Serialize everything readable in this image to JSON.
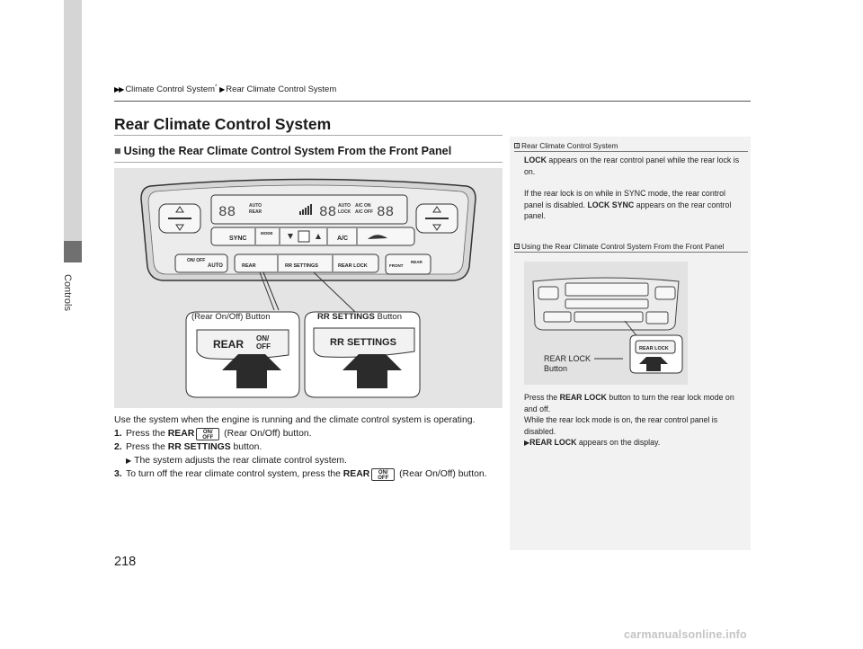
{
  "sidebar": {
    "label": "Controls"
  },
  "breadcrumb": {
    "part1": "Climate Control System",
    "star": "*",
    "part2": "Rear Climate Control System"
  },
  "page": {
    "title": "Rear Climate Control System",
    "number": "218"
  },
  "section": {
    "heading": "Using the Rear Climate Control System From the Front Panel"
  },
  "figure": {
    "panel": {
      "sync": "SYNC",
      "mode": "MODE",
      "ac": "A/C",
      "auto": "AUTO",
      "on_off": "ON/\nOFF",
      "rear": "REAR",
      "rr_settings": "RR SETTINGS",
      "rear_lock": "REAR LOCK",
      "front": "FRONT",
      "rear_defrost": "REAR",
      "display_auto": "AUTO",
      "display_rear": "REAR",
      "display_lock": "LOCK",
      "display_ac_on": "A/C ON",
      "display_ac_off": "A/C OFF",
      "display_digits": "88"
    },
    "callout_left": "(Rear On/Off) Button",
    "callout_right_bold": "RR SETTINGS",
    "callout_right_rest": " Button",
    "zoom_left_rear": "REAR",
    "zoom_left_on": "ON/",
    "zoom_left_off": "OFF",
    "zoom_right_label": "RR SETTINGS"
  },
  "body": {
    "intro": "Use the system when the engine is running and the climate control system is operating.",
    "step1_num": "1.",
    "step1_a": "Press the ",
    "step1_bold": "REAR",
    "step1_b": " (Rear On/Off) button.",
    "step2_num": "2.",
    "step2_a": "Press the ",
    "step2_bold": "RR SETTINGS",
    "step2_b": " button.",
    "step2_sub": "The system adjusts the rear climate control system.",
    "step3_num": "3.",
    "step3_a": "To turn off the rear climate control system, press the ",
    "step3_bold": "REAR",
    "step3_b": " (Rear On/Off) button.",
    "icon_on": "ON/",
    "icon_off": "OFF"
  },
  "notes": {
    "note1_head": "Rear Climate Control System",
    "note1_p1_bold": "LOCK",
    "note1_p1": " appears on the rear control panel while the rear lock is on.",
    "note1_p2a": "If the rear lock is on while in SYNC mode, the rear control panel is disabled. ",
    "note1_p2_bold": "LOCK SYNC",
    "note1_p2b": " appears on the rear control panel.",
    "note2_head": "Using the Rear Climate Control System From the Front Panel",
    "mini_label_1": "REAR LOCK",
    "mini_label_2": "Button",
    "mini_zoom": "REAR LOCK",
    "note2_p1a": "Press the ",
    "note2_p1_bold": "REAR LOCK",
    "note2_p1b": " button to turn the rear lock mode on and off.",
    "note2_p2": "While the rear lock mode is on, the rear control panel is disabled.",
    "note2_p3_bold": "REAR LOCK",
    "note2_p3": " appears on the display.",
    "sym": "1"
  },
  "watermark": "carmanualsonline.info"
}
